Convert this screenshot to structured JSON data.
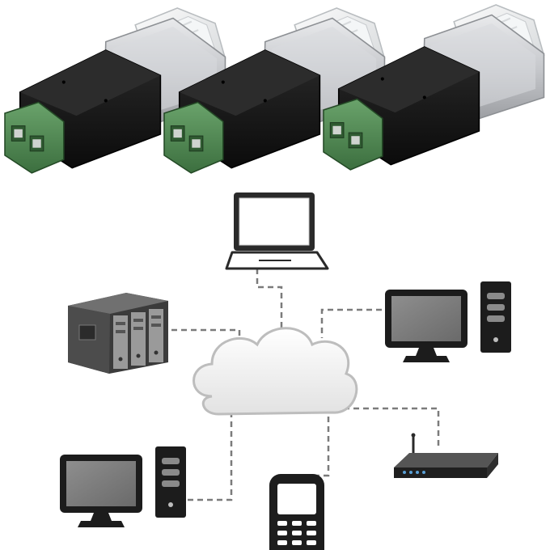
{
  "product": {
    "adapters": [
      {
        "id": "adapter-1",
        "terminal_color": "#4f8a52"
      },
      {
        "id": "adapter-2",
        "terminal_color": "#4f8a52"
      },
      {
        "id": "adapter-3",
        "terminal_color": "#4f8a52"
      }
    ],
    "body_color": "#151515",
    "shield_color": "#c9cbcf",
    "connector_color": "#e4e6e8"
  },
  "network_diagram": {
    "hub": "cloud",
    "link_style": "dashed",
    "link_color": "#7b7b7b",
    "nodes": [
      {
        "name": "laptop",
        "icon": "laptop-icon"
      },
      {
        "name": "server-rack",
        "icon": "server-rack-icon"
      },
      {
        "name": "desktop-right",
        "icon": "desktop-computer-icon"
      },
      {
        "name": "router",
        "icon": "router-icon"
      },
      {
        "name": "desktop-left",
        "icon": "desktop-computer-icon"
      },
      {
        "name": "mobile-phone",
        "icon": "mobile-phone-icon"
      }
    ]
  }
}
